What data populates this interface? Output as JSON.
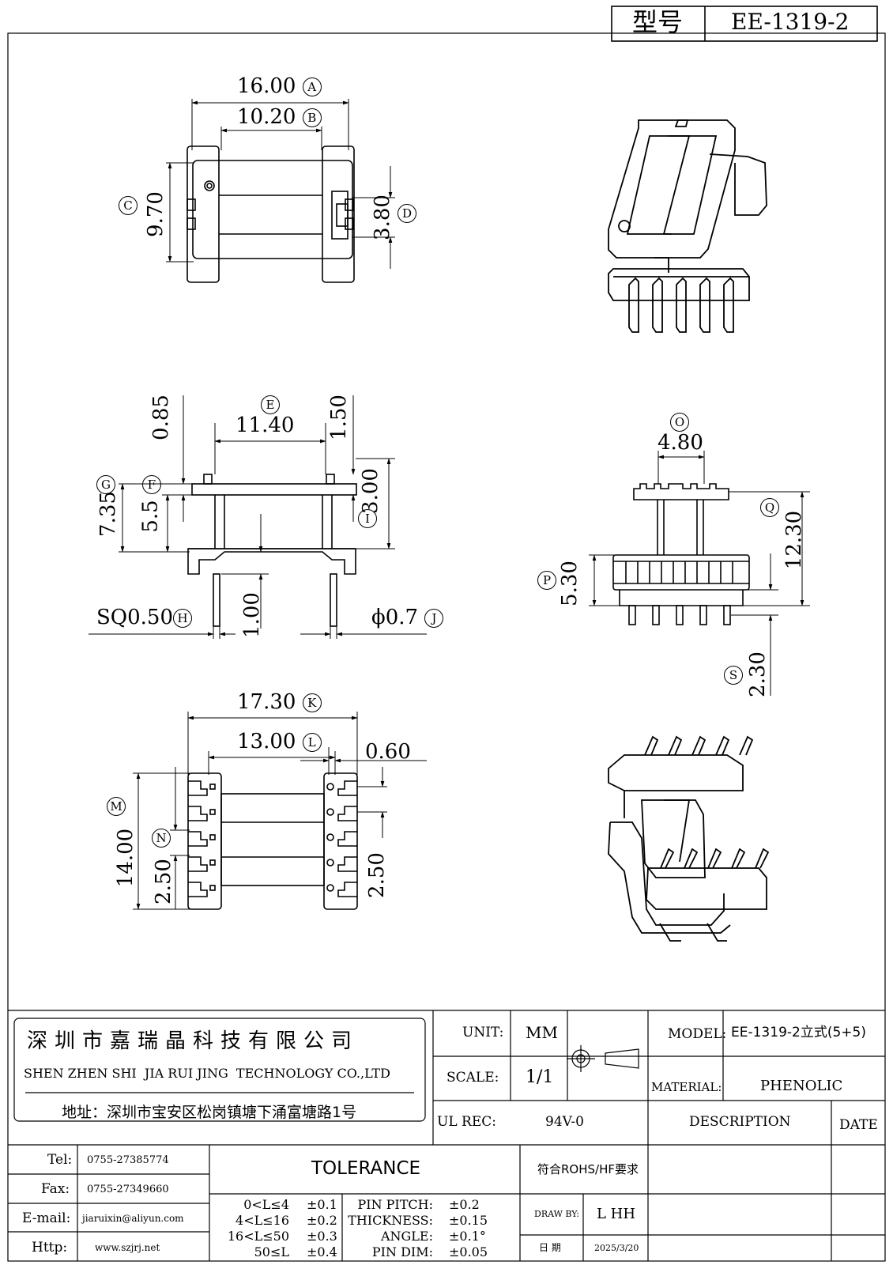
{
  "title_block": {
    "label": "型号",
    "model": "EE-1319-2"
  },
  "dims": {
    "A": {
      "tag": "A",
      "value": "16.00"
    },
    "B": {
      "tag": "B",
      "value": "10.20"
    },
    "C": {
      "tag": "C",
      "value": "9.70"
    },
    "D": {
      "tag": "D",
      "value": "3.80"
    },
    "E": {
      "tag": "E",
      "value": "11.40"
    },
    "v085": "0.85",
    "v150": "1.50",
    "F": {
      "tag": "F",
      "value": "5.5"
    },
    "G": {
      "tag": "G",
      "value": "7.35"
    },
    "I": {
      "tag": "I",
      "value": "3.00"
    },
    "H": {
      "tag": "H",
      "value": "SQ0.50"
    },
    "v100": "1.00",
    "J": {
      "tag": "J",
      "value": "ϕ0.7"
    },
    "O": {
      "tag": "O",
      "value": "4.80"
    },
    "Q": {
      "tag": "Q",
      "value": "12.30"
    },
    "P": {
      "tag": "P",
      "value": "5.30"
    },
    "S": {
      "tag": "S",
      "value": "2.30"
    },
    "K": {
      "tag": "K",
      "value": "17.30"
    },
    "L": {
      "tag": "L",
      "value": "13.00"
    },
    "v060": "0.60",
    "M": {
      "tag": "M",
      "value": "14.00"
    },
    "N": {
      "tag": "N",
      "value": "2.50"
    },
    "v250": "2.50"
  },
  "company": {
    "name_cn": "深圳市嘉瑞晶科技有限公司",
    "name_en": "SHEN ZHEN SHI  JIA RUI JING  TECHNOLOGY CO.,LTD",
    "address": "地址：深圳市宝安区松岗镇塘下涌富塘路1号"
  },
  "contact": {
    "tel_label": "Tel:",
    "tel": "0755-27385774",
    "fax_label": "Fax:",
    "fax": "0755-27349660",
    "email_label": "E-mail:",
    "email": "jiaruixin@aliyun.com",
    "http_label": "Http:",
    "http": "www.szjrj.net"
  },
  "specs": {
    "unit_label": "UNIT:",
    "unit": "MM",
    "scale_label": "SCALE:",
    "scale": "1/1",
    "ul_label": "UL REC:",
    "ul": "94V-0",
    "model_label": "MODEL:",
    "model": "EE-1319-2立式(5+5)",
    "material_label": "MATERIAL:",
    "material": "PHENOLIC",
    "description_label": "DESCRIPTION",
    "date_label": "DATE",
    "rohs": "符合ROHS/HF要求",
    "draw_by_label": "DRAW BY:",
    "draw_by": "L HH",
    "date_cn_label": "日 期",
    "date": "2025/3/20"
  },
  "tolerance": {
    "title": "TOLERANCE",
    "ranges": [
      {
        "range": "0<L≤4",
        "tol": "±0.1"
      },
      {
        "range": "4<L≤16",
        "tol": "±0.2"
      },
      {
        "range": "16<L≤50",
        "tol": "±0.3"
      },
      {
        "range": "50≤L",
        "tol": "±0.4"
      }
    ],
    "others": [
      {
        "label": "PIN PITCH:",
        "tol": "±0.2"
      },
      {
        "label": "THICKNESS:",
        "tol": "±0.15"
      },
      {
        "label": "ANGLE:",
        "tol": "±0.1°"
      },
      {
        "label": "PIN DIM:",
        "tol": "±0.05"
      }
    ]
  }
}
